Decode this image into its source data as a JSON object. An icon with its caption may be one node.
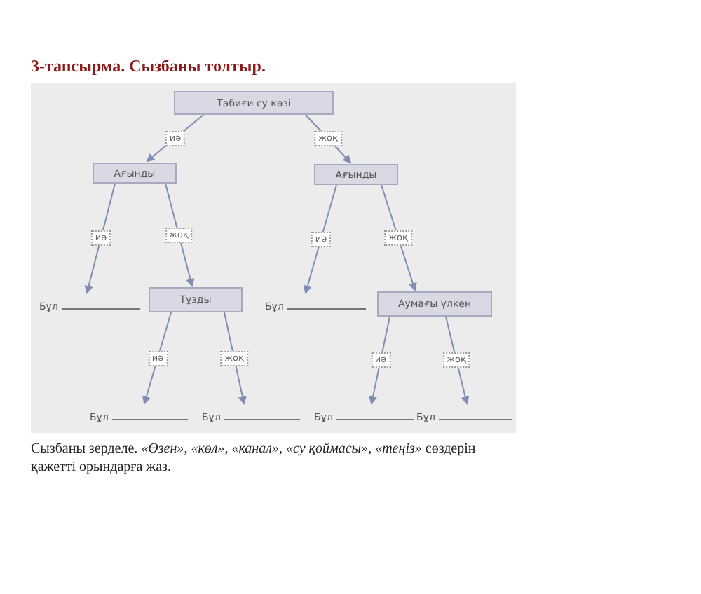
{
  "diagram": {
    "title": "3-тапсырма. Сызбаны толтыр.",
    "caption": "Сызбаны зерделе. *«Өзен»*, *«көл»*, *«канал»*, *«су қоймасы»*, *«теңіз»* сөздерін қажетті орындарға жаз.",
    "nodes": [
      {
        "text": [
          "Табиғи су көзі"
        ]
      },
      {
        "text": [
          "Ағынды"
        ]
      },
      {
        "text": [
          "Ағынды"
        ]
      },
      {
        "text": [
          "Бұл"
        ]
      },
      {
        "text": [
          "Тұзды"
        ]
      },
      {
        "text": [
          "Бұл"
        ]
      },
      {
        "text": [
          "Аумағы үлкен"
        ]
      },
      {
        "text": [
          "Бұл"
        ]
      },
      {
        "text": [
          "Бұл"
        ]
      },
      {
        "text": [
          "Бұл"
        ]
      },
      {
        "text": [
          "Бұл"
        ]
      }
    ],
    "edges": [
      {
        "from": 0,
        "to": 1,
        "arrow": "to",
        "label": "иә"
      },
      {
        "from": 0,
        "to": 2,
        "arrow": "to",
        "label": "жоқ"
      },
      {
        "from": 1,
        "to": 3,
        "arrow": "to",
        "label": "иә"
      },
      {
        "from": 1,
        "to": 4,
        "arrow": "to",
        "label": "жоқ"
      },
      {
        "from": 2,
        "to": 5,
        "arrow": "to",
        "label": "иә"
      },
      {
        "from": 2,
        "to": 6,
        "arrow": "to",
        "label": "жоқ"
      },
      {
        "from": 4,
        "to": 7,
        "arrow": "to",
        "label": "иә"
      },
      {
        "from": 4,
        "to": 8,
        "arrow": "to",
        "label": "жоқ"
      },
      {
        "from": 6,
        "to": 9,
        "arrow": "to",
        "label": "иә"
      },
      {
        "from": 6,
        "to": 10,
        "arrow": "to",
        "label": "жоқ"
      }
    ]
  }
}
